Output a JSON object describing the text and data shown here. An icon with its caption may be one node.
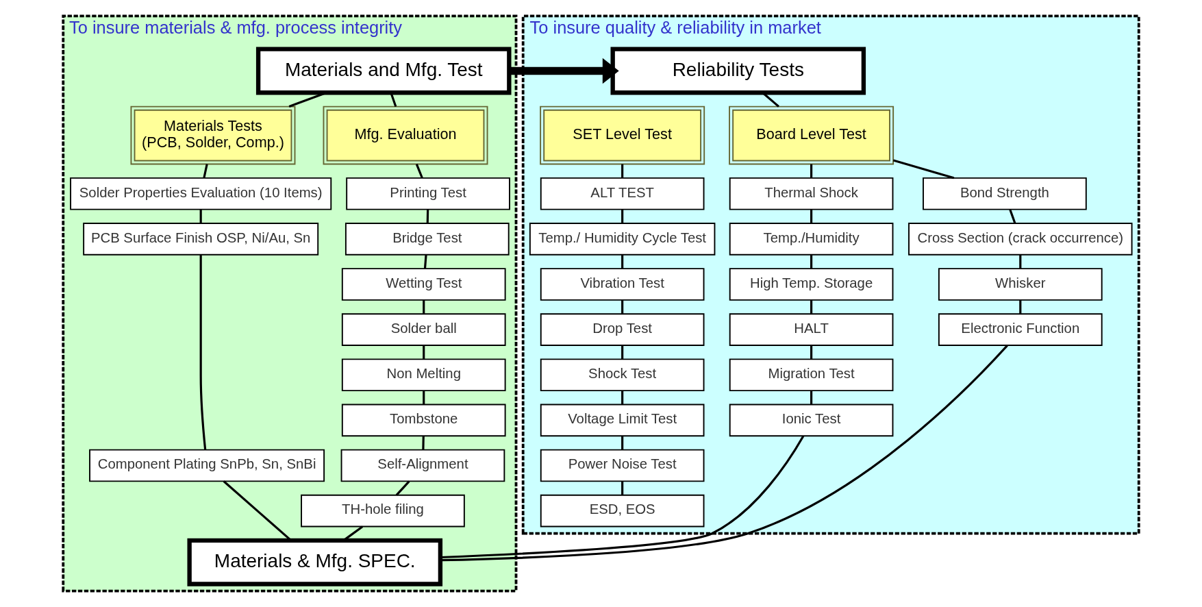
{
  "diagram": {
    "nodes": [
      {
        "text": [
          "To insure materials & mfg. process integrity"
        ]
      },
      {
        "text": [
          "Materials and Mfg. Test"
        ],
        "in": 0
      },
      {
        "text": [
          "Materials Tests",
          "(PCB, Solder, Comp.)"
        ],
        "in": 0
      },
      {
        "text": [
          "Mfg. Evaluation"
        ],
        "in": 0
      },
      {
        "text": [
          "Solder Properties Evaluation (10 Items)"
        ],
        "in": 0
      },
      {
        "text": [
          "PCB Surface Finish OSP, Ni/Au, Sn"
        ],
        "in": 0
      },
      {
        "text": [
          "Component Plating SnPb, Sn, SnBi"
        ],
        "in": 0
      },
      {
        "text": [
          "Printing Test"
        ],
        "in": 0
      },
      {
        "text": [
          "Bridge Test"
        ],
        "in": 0
      },
      {
        "text": [
          "Wetting Test"
        ],
        "in": 0
      },
      {
        "text": [
          "Solder ball"
        ],
        "in": 0
      },
      {
        "text": [
          "Non Melting"
        ],
        "in": 0
      },
      {
        "text": [
          "Tombstone"
        ],
        "in": 0
      },
      {
        "text": [
          "Self-Alignment"
        ],
        "in": 0
      },
      {
        "text": [
          "TH-hole filing"
        ],
        "in": 0
      },
      {
        "text": [
          "Materials & Mfg. SPEC."
        ],
        "in": 0
      },
      {
        "text": [
          "To insure quality & reliability in market"
        ]
      },
      {
        "text": [
          "Reliability Tests"
        ],
        "in": 16
      },
      {
        "text": [
          "Board Level Test"
        ],
        "in": 16
      },
      {
        "text": [
          "SET Level Test"
        ],
        "in": 16
      },
      {
        "text": [
          "Thermal Shock"
        ],
        "in": 16
      },
      {
        "text": [
          "Temp./Humidity"
        ],
        "in": 16
      },
      {
        "text": [
          "High Temp. Storage"
        ],
        "in": 16
      },
      {
        "text": [
          "HALT"
        ],
        "in": 16
      },
      {
        "text": [
          "Migration Test"
        ],
        "in": 16
      },
      {
        "text": [
          "Ionic Test"
        ],
        "in": 16
      },
      {
        "text": [
          "Bond Strength"
        ],
        "in": 16
      },
      {
        "text": [
          "Cross Section (crack occurrence)"
        ],
        "in": 16
      },
      {
        "text": [
          "Whisker"
        ],
        "in": 16
      },
      {
        "text": [
          "Electronic Function"
        ],
        "in": 16
      },
      {
        "text": [
          "ALT TEST"
        ],
        "in": 16
      },
      {
        "text": [
          "Temp./ Humidity Cycle Test"
        ],
        "in": 16
      },
      {
        "text": [
          "Vibration Test"
        ],
        "in": 16
      },
      {
        "text": [
          "Drop Test"
        ],
        "in": 16
      },
      {
        "text": [
          "Shock Test"
        ],
        "in": 16
      },
      {
        "text": [
          "Voltage Limit Test"
        ],
        "in": 16
      },
      {
        "text": [
          "Power Noise Test"
        ],
        "in": 16
      },
      {
        "text": [
          "ESD, EOS"
        ],
        "in": 16
      }
    ],
    "edges": [
      {
        "from": 1,
        "to": 17,
        "arrow": "to",
        "style": "thick"
      },
      {
        "from": 1,
        "to": 2,
        "arrow": "none"
      },
      {
        "from": 1,
        "to": 3,
        "arrow": "none"
      },
      {
        "from": 2,
        "to": 4,
        "arrow": "none"
      },
      {
        "from": 4,
        "to": 5,
        "arrow": "none"
      },
      {
        "from": 5,
        "to": 6,
        "arrow": "none"
      },
      {
        "from": 6,
        "to": 15,
        "arrow": "none"
      },
      {
        "from": 3,
        "to": 7,
        "arrow": "none"
      },
      {
        "from": 7,
        "to": 8,
        "arrow": "none"
      },
      {
        "from": 8,
        "to": 9,
        "arrow": "none"
      },
      {
        "from": 9,
        "to": 10,
        "arrow": "none"
      },
      {
        "from": 10,
        "to": 11,
        "arrow": "none"
      },
      {
        "from": 11,
        "to": 12,
        "arrow": "none"
      },
      {
        "from": 12,
        "to": 13,
        "arrow": "none"
      },
      {
        "from": 13,
        "to": 14,
        "arrow": "none"
      },
      {
        "from": 14,
        "to": 15,
        "arrow": "none"
      },
      {
        "from": 17,
        "to": 18,
        "arrow": "none"
      },
      {
        "from": 18,
        "to": 20,
        "arrow": "none"
      },
      {
        "from": 20,
        "to": 21,
        "arrow": "none"
      },
      {
        "from": 21,
        "to": 22,
        "arrow": "none"
      },
      {
        "from": 22,
        "to": 23,
        "arrow": "none"
      },
      {
        "from": 23,
        "to": 24,
        "arrow": "none"
      },
      {
        "from": 24,
        "to": 25,
        "arrow": "none"
      },
      {
        "from": 18,
        "to": 26,
        "arrow": "none"
      },
      {
        "from": 26,
        "to": 27,
        "arrow": "none"
      },
      {
        "from": 27,
        "to": 28,
        "arrow": "none"
      },
      {
        "from": 28,
        "to": 29,
        "arrow": "none"
      },
      {
        "from": 25,
        "to": 15,
        "arrow": "none"
      },
      {
        "from": 29,
        "to": 15,
        "arrow": "none"
      },
      {
        "from": 19,
        "to": 30,
        "arrow": "none"
      },
      {
        "from": 30,
        "to": 31,
        "arrow": "none"
      },
      {
        "from": 31,
        "to": 32,
        "arrow": "none"
      },
      {
        "from": 32,
        "to": 33,
        "arrow": "none"
      },
      {
        "from": 33,
        "to": 34,
        "arrow": "none"
      },
      {
        "from": 34,
        "to": 35,
        "arrow": "none"
      },
      {
        "from": 35,
        "to": 36,
        "arrow": "none"
      },
      {
        "from": 36,
        "to": 37,
        "arrow": "none"
      }
    ]
  }
}
